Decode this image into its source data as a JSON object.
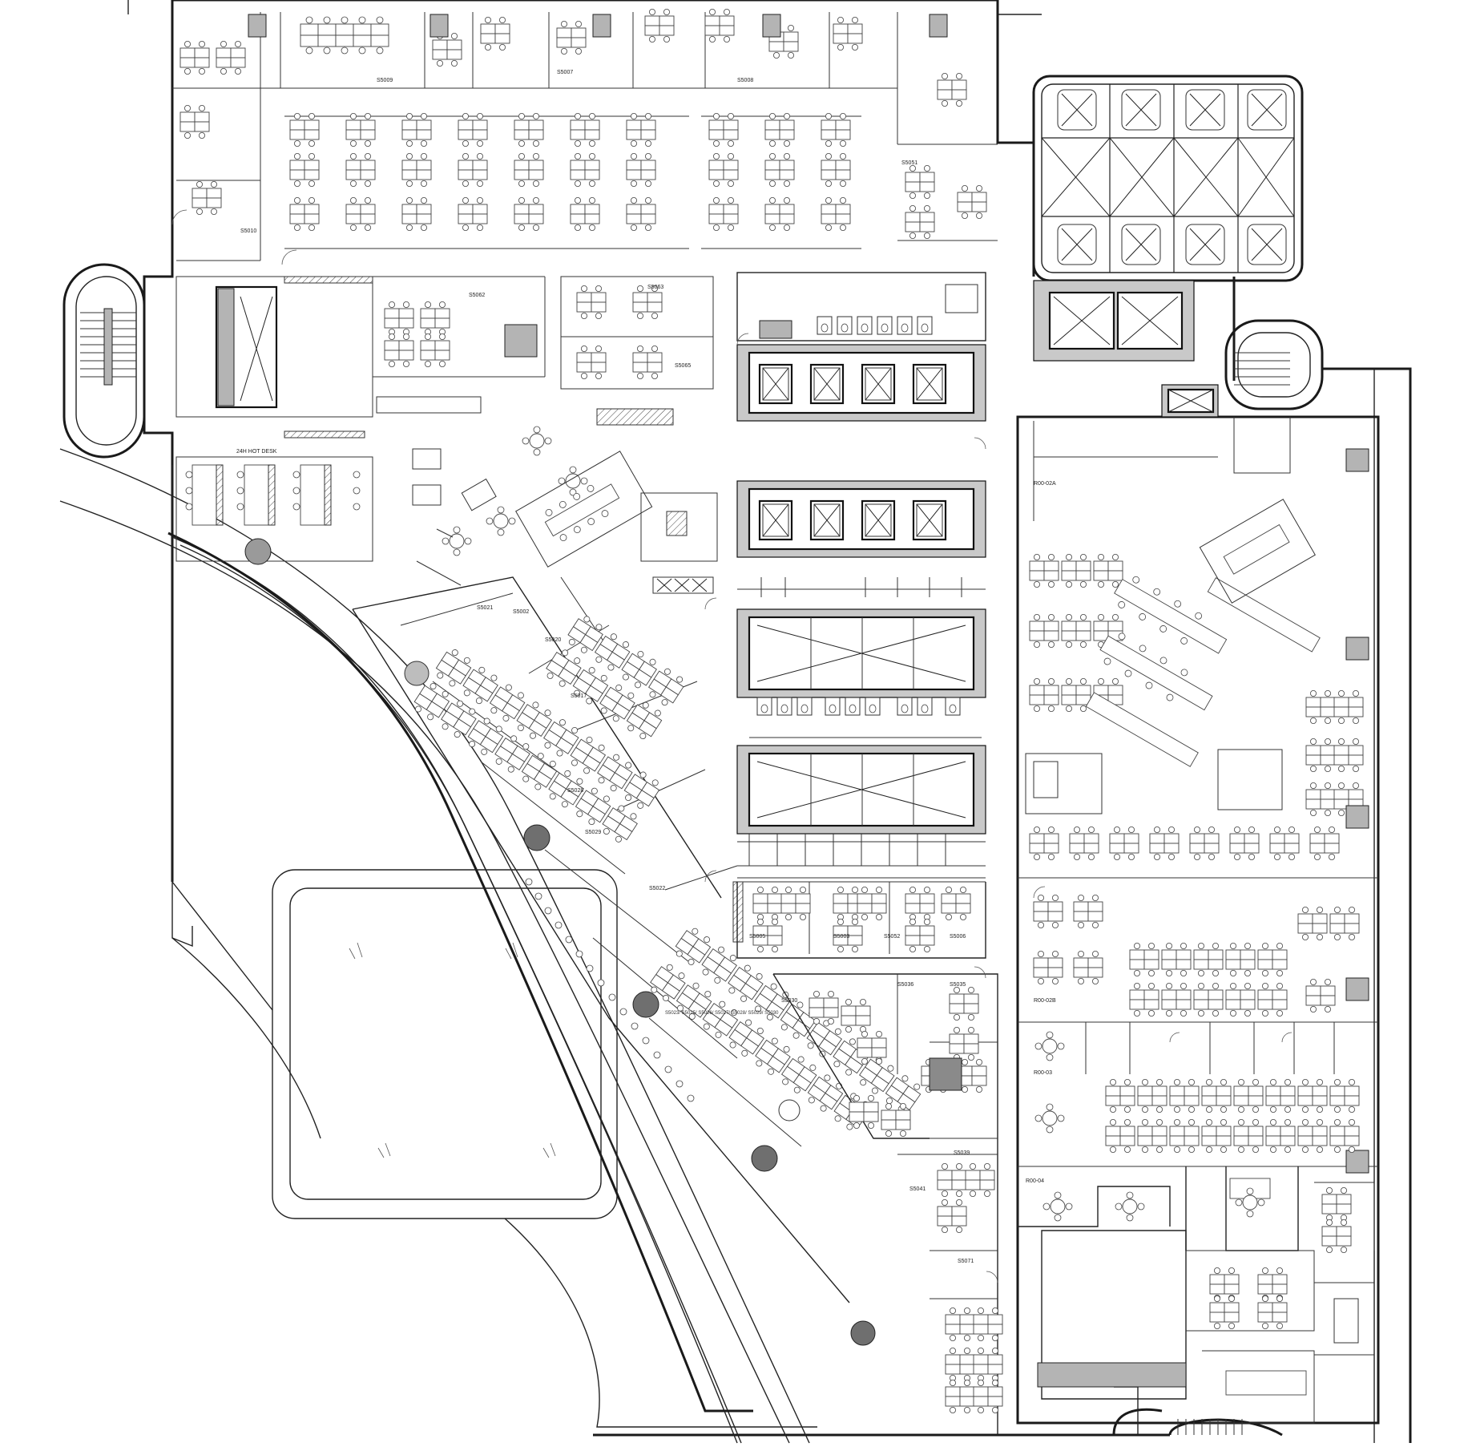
{
  "plan": {
    "rooms": {
      "r_s5007": "S5007",
      "r_s5008": "S5008",
      "r_s5009": "S5009",
      "r_s5010": "S5010",
      "r_s5062": "S5062",
      "r_s5063": "S5063",
      "r_s5065": "S5065",
      "r_s5051": "S5051",
      "r_s5002": "S5002",
      "r_s5003": "S5003",
      "r_s5022": "S5022",
      "r_s5030": "S5030",
      "r_s5035": "S5035",
      "r_s5039": "S5039",
      "r_s5041": "S5041",
      "r_s5071": "S5071",
      "r_s5020": "S5020",
      "r_s5021": "S5021",
      "r_s5017": "S5017",
      "r_s5028": "S5028",
      "r_s5029": "S5029",
      "r_s5005": "S5005",
      "r_s5006": "S5006",
      "r_s5052": "S5052",
      "r_s5036": "S5036",
      "r_cluster": "S5023/ S5025/ S5026/ S5027/ S5028/ S5029/ S5030",
      "r_hot": "24H HOT DESK",
      "r_0201a": "R00-02A",
      "r_0201b": "R00-02B",
      "r_0203": "R00-03",
      "r_0204": "R00-04"
    }
  }
}
